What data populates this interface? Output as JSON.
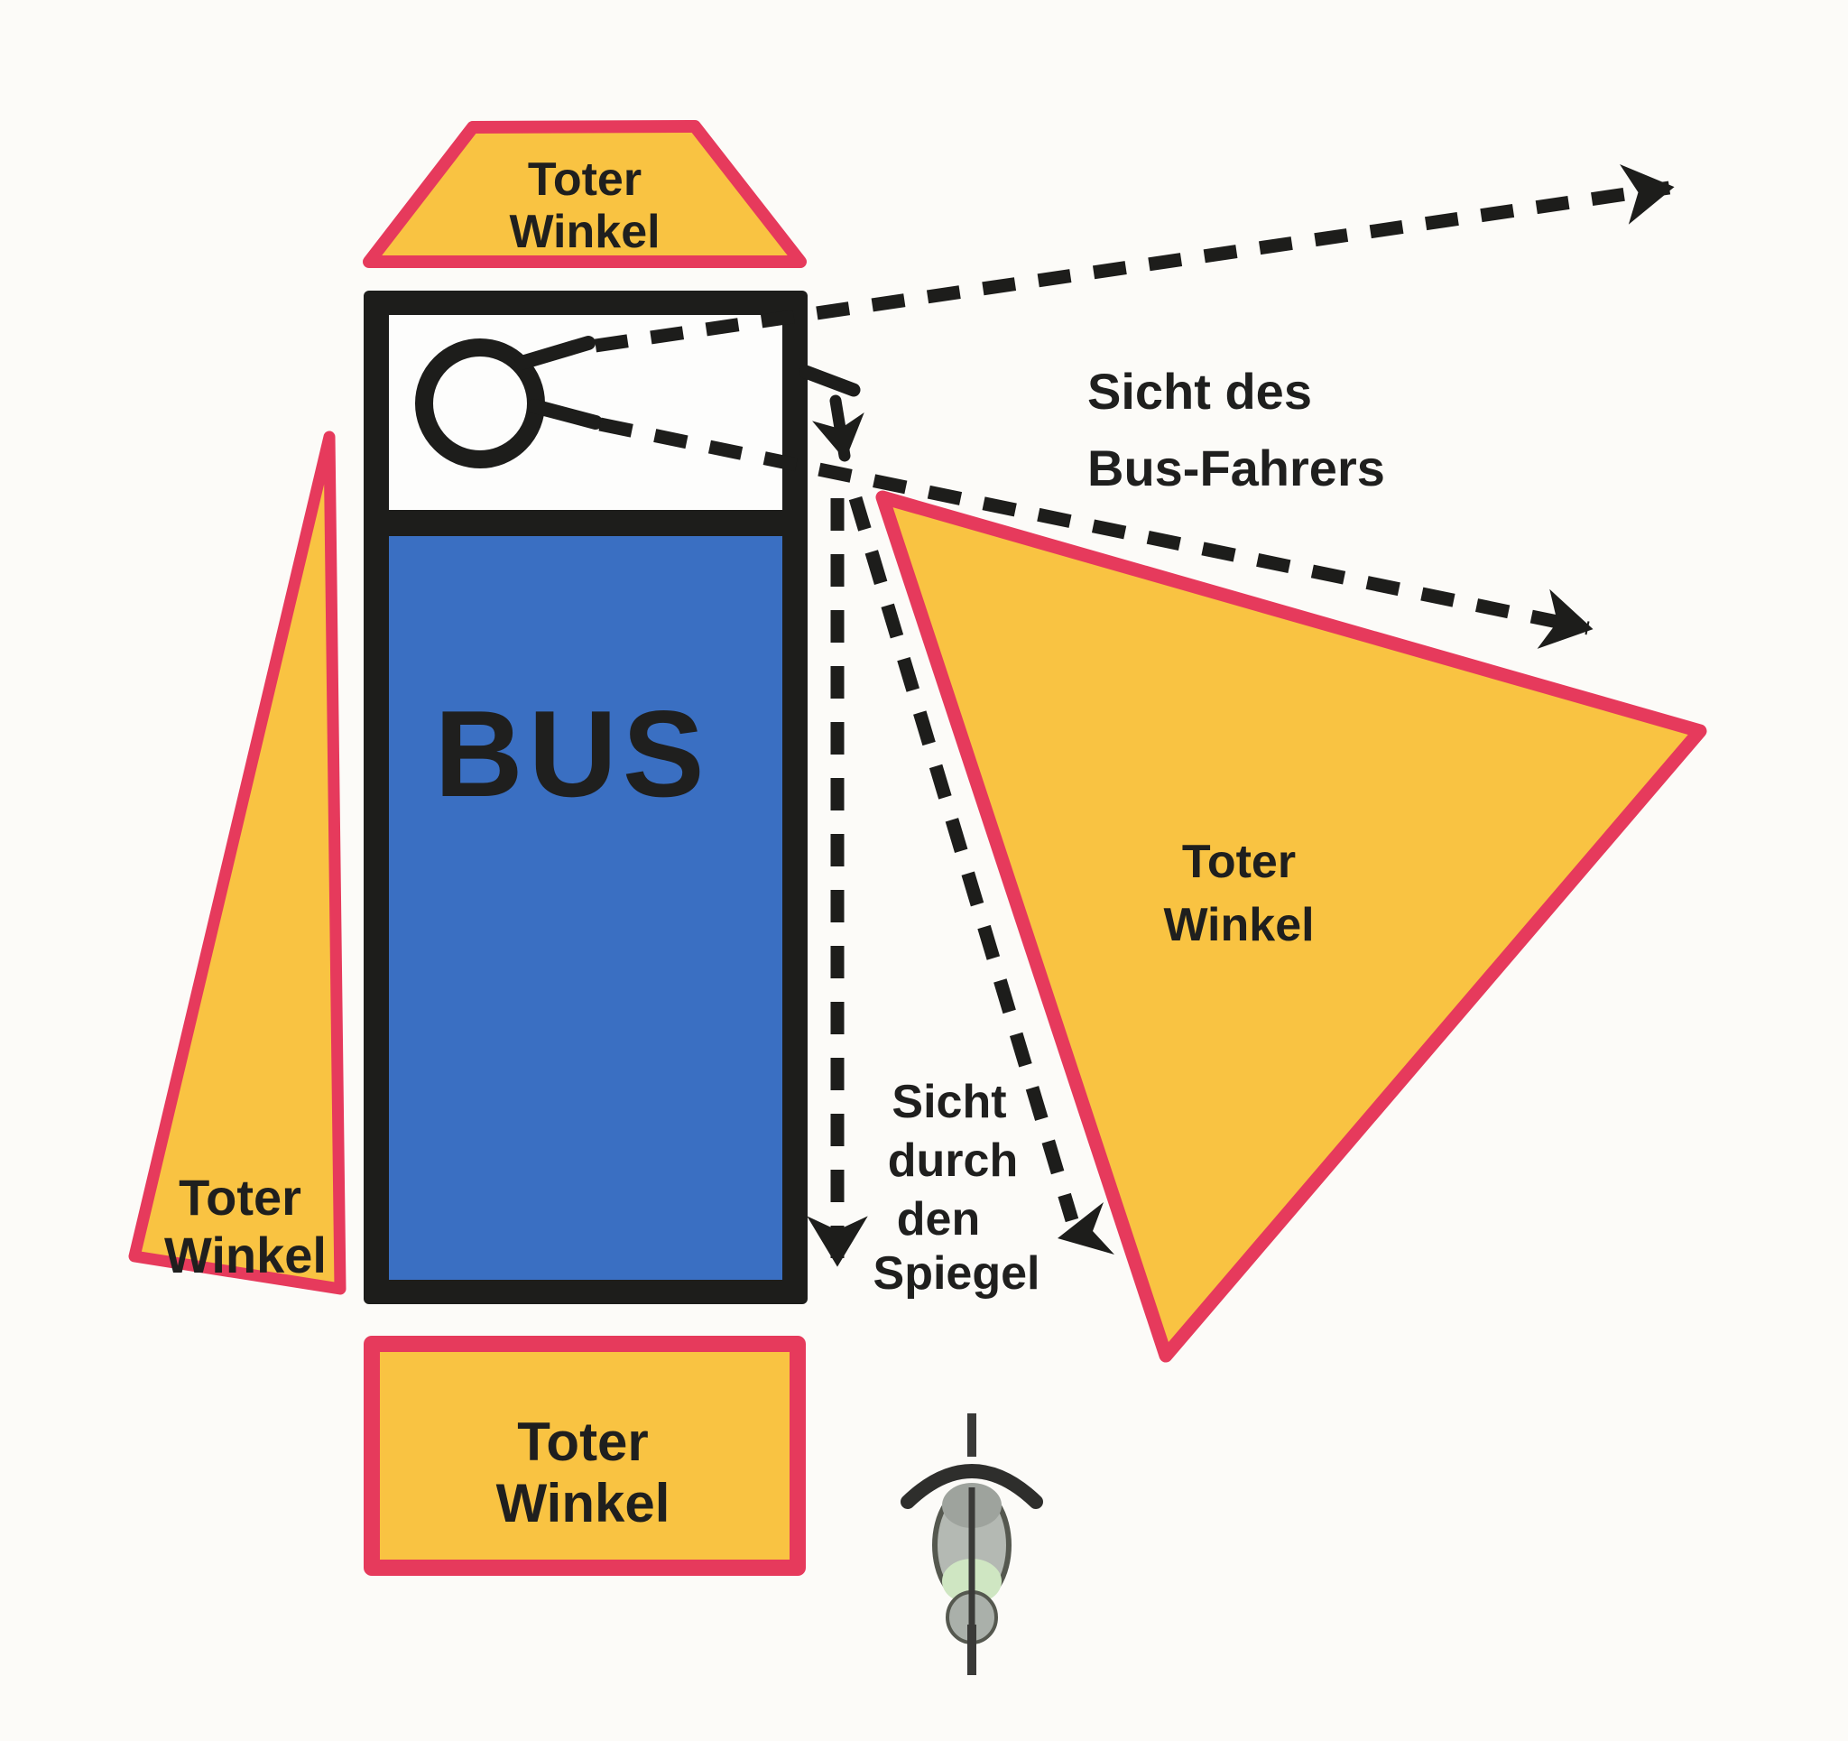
{
  "colors": {
    "background": "#fcfbf8",
    "blind_spot_fill": "#f9c342",
    "blind_spot_border": "#e63a5c",
    "bus_body_blue": "#3a6fc2",
    "bus_outline_black": "#1d1d1b",
    "sight_line_black": "#1d1d1b",
    "text_color": "#1f1f1e",
    "cyclist_gray": "#b4b9b3",
    "cyclist_green": "#cfe6c2"
  },
  "bus": {
    "label": "BUS"
  },
  "blind_spot_label": {
    "line1": "Toter",
    "line2": "Winkel"
  },
  "driver_view_label": {
    "line1": "Sicht des",
    "line2": "Bus-Fahrers"
  },
  "mirror_view_label": {
    "line1": "Sicht",
    "line2": "durch",
    "line3": "den",
    "line4": "Spiegel"
  },
  "icons": {
    "cyclist": "cyclist-top-view-icon",
    "driver": "driver-head-circle-icon",
    "mirror": "side-mirror-icon",
    "arrows": "dashed-sight-arrow-icon"
  }
}
